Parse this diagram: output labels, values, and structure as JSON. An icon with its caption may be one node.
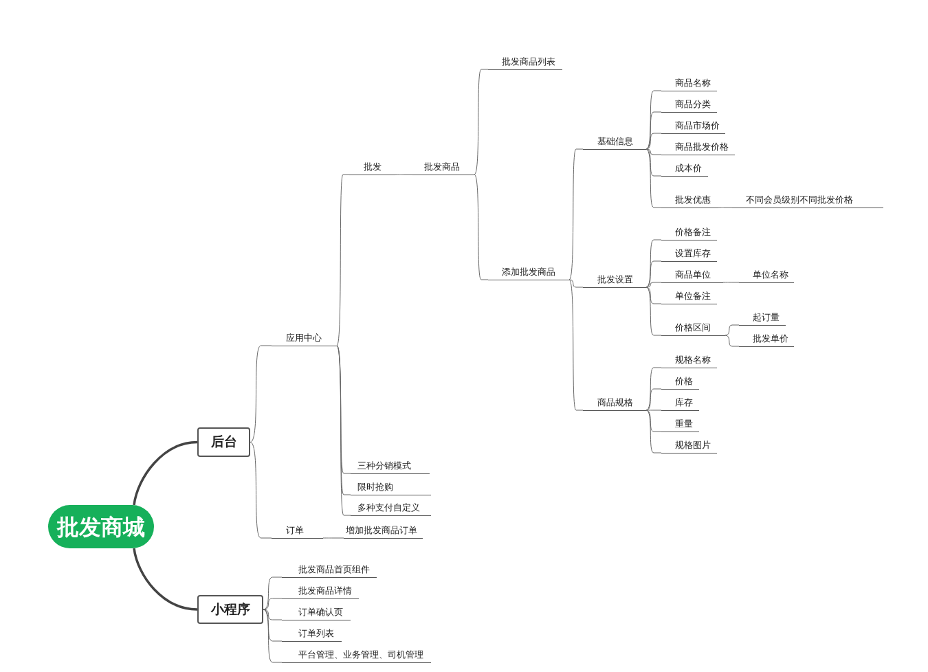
{
  "diagram": {
    "nodes": [
      {
        "text": [
          "批发商城"
        ]
      },
      {
        "text": [
          "后台"
        ]
      },
      {
        "text": [
          "小程序"
        ]
      },
      {
        "text": [
          "应用中心"
        ]
      },
      {
        "text": [
          "订单"
        ]
      },
      {
        "text": [
          "批发"
        ]
      },
      {
        "text": [
          "三种分销模式"
        ]
      },
      {
        "text": [
          "限时抢购"
        ]
      },
      {
        "text": [
          "多种支付自定义"
        ]
      },
      {
        "text": [
          "增加批发商品订单"
        ]
      },
      {
        "text": [
          "批发商品"
        ]
      },
      {
        "text": [
          "批发商品列表"
        ]
      },
      {
        "text": [
          "添加批发商品"
        ]
      },
      {
        "text": [
          "基础信息"
        ]
      },
      {
        "text": [
          "批发设置"
        ]
      },
      {
        "text": [
          "商品规格"
        ]
      },
      {
        "text": [
          "商品名称"
        ]
      },
      {
        "text": [
          "商品分类"
        ]
      },
      {
        "text": [
          "商品市场价"
        ]
      },
      {
        "text": [
          "商品批发价格"
        ]
      },
      {
        "text": [
          "成本价"
        ]
      },
      {
        "text": [
          "批发优惠"
        ]
      },
      {
        "text": [
          "不同会员级别不同批发价格"
        ]
      },
      {
        "text": [
          "价格备注"
        ]
      },
      {
        "text": [
          "设置库存"
        ]
      },
      {
        "text": [
          "商品单位"
        ]
      },
      {
        "text": [
          "单位名称"
        ]
      },
      {
        "text": [
          "单位备注"
        ]
      },
      {
        "text": [
          "价格区间"
        ]
      },
      {
        "text": [
          "起订量"
        ]
      },
      {
        "text": [
          "批发单价"
        ]
      },
      {
        "text": [
          "规格名称"
        ]
      },
      {
        "text": [
          "价格"
        ]
      },
      {
        "text": [
          "库存"
        ]
      },
      {
        "text": [
          "重量"
        ]
      },
      {
        "text": [
          "规格图片"
        ]
      },
      {
        "text": [
          "批发商品首页组件"
        ]
      },
      {
        "text": [
          "批发商品详情"
        ]
      },
      {
        "text": [
          "订单确认页"
        ]
      },
      {
        "text": [
          "订单列表"
        ]
      },
      {
        "text": [
          "平台管理、业务管理、司机管理"
        ]
      }
    ],
    "edges": [
      {
        "from": 0,
        "to": 1,
        "arrow": "none",
        "style": "thick"
      },
      {
        "from": 0,
        "to": 2,
        "arrow": "none",
        "style": "thick"
      },
      {
        "from": 1,
        "to": 3,
        "arrow": "none"
      },
      {
        "from": 1,
        "to": 4,
        "arrow": "none"
      },
      {
        "from": 3,
        "to": 5,
        "arrow": "none"
      },
      {
        "from": 3,
        "to": 6,
        "arrow": "none"
      },
      {
        "from": 3,
        "to": 7,
        "arrow": "none"
      },
      {
        "from": 3,
        "to": 8,
        "arrow": "none"
      },
      {
        "from": 4,
        "to": 9,
        "arrow": "none"
      },
      {
        "from": 5,
        "to": 10,
        "arrow": "none"
      },
      {
        "from": 10,
        "to": 11,
        "arrow": "none"
      },
      {
        "from": 10,
        "to": 12,
        "arrow": "none"
      },
      {
        "from": 12,
        "to": 13,
        "arrow": "none"
      },
      {
        "from": 12,
        "to": 14,
        "arrow": "none"
      },
      {
        "from": 12,
        "to": 15,
        "arrow": "none"
      },
      {
        "from": 13,
        "to": 16,
        "arrow": "none"
      },
      {
        "from": 13,
        "to": 17,
        "arrow": "none"
      },
      {
        "from": 13,
        "to": 18,
        "arrow": "none"
      },
      {
        "from": 13,
        "to": 19,
        "arrow": "none"
      },
      {
        "from": 13,
        "to": 20,
        "arrow": "none"
      },
      {
        "from": 13,
        "to": 21,
        "arrow": "none"
      },
      {
        "from": 21,
        "to": 22,
        "arrow": "none"
      },
      {
        "from": 14,
        "to": 23,
        "arrow": "none"
      },
      {
        "from": 14,
        "to": 24,
        "arrow": "none"
      },
      {
        "from": 14,
        "to": 25,
        "arrow": "none"
      },
      {
        "from": 25,
        "to": 26,
        "arrow": "none"
      },
      {
        "from": 14,
        "to": 27,
        "arrow": "none"
      },
      {
        "from": 14,
        "to": 28,
        "arrow": "none"
      },
      {
        "from": 28,
        "to": 29,
        "arrow": "none"
      },
      {
        "from": 28,
        "to": 30,
        "arrow": "none"
      },
      {
        "from": 15,
        "to": 31,
        "arrow": "none"
      },
      {
        "from": 15,
        "to": 32,
        "arrow": "none"
      },
      {
        "from": 15,
        "to": 33,
        "arrow": "none"
      },
      {
        "from": 15,
        "to": 34,
        "arrow": "none"
      },
      {
        "from": 15,
        "to": 35,
        "arrow": "none"
      },
      {
        "from": 2,
        "to": 36,
        "arrow": "none"
      },
      {
        "from": 2,
        "to": 37,
        "arrow": "none"
      },
      {
        "from": 2,
        "to": 38,
        "arrow": "none"
      },
      {
        "from": 2,
        "to": 39,
        "arrow": "none"
      },
      {
        "from": 2,
        "to": 40,
        "arrow": "none"
      }
    ]
  }
}
